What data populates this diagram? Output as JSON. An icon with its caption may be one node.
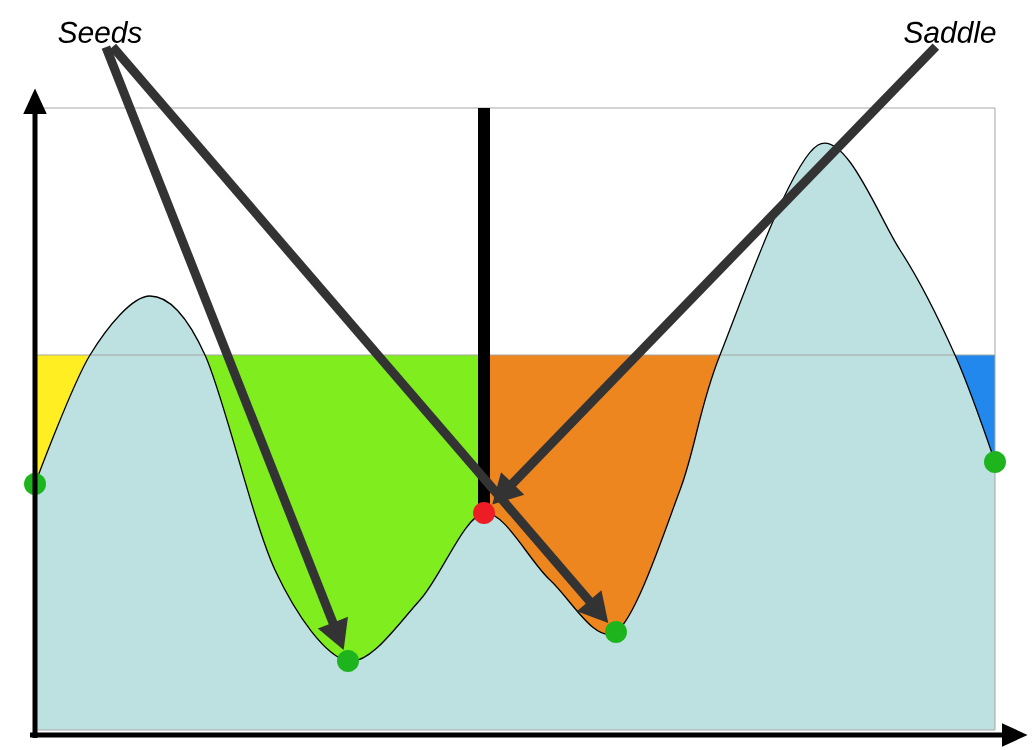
{
  "diagram": {
    "nodes": [
      {
        "text": [
          "Seeds"
        ]
      },
      {
        "text": [
          "Saddle"
        ]
      },
      {
        "text": [],
        "shape": "circle"
      },
      {
        "text": [],
        "shape": "circle"
      },
      {
        "text": [],
        "shape": "circle"
      }
    ],
    "edges": [
      {
        "from": 0,
        "to": 2,
        "arrow": "to"
      },
      {
        "from": 0,
        "to": 4,
        "arrow": "to"
      },
      {
        "from": 1,
        "to": 3,
        "arrow": "to"
      }
    ]
  }
}
